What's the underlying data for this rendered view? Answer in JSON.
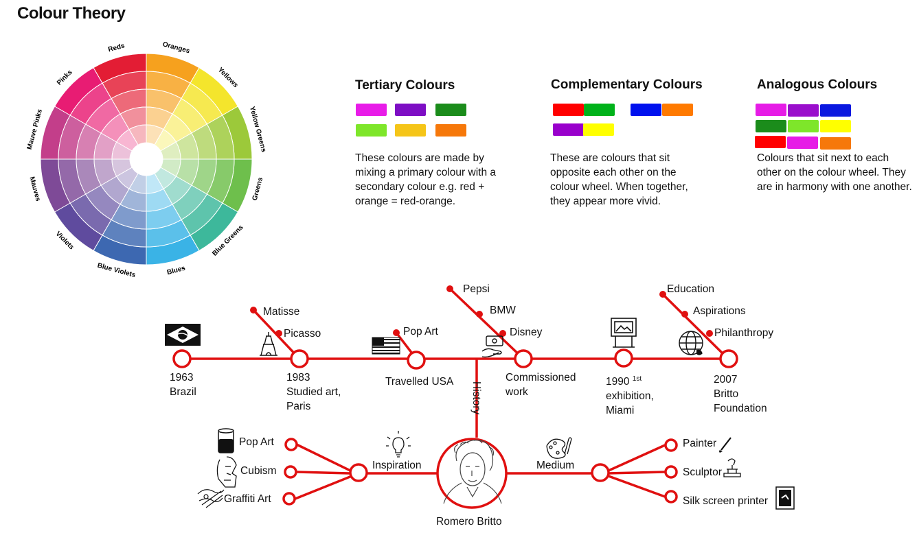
{
  "title": "Colour Theory",
  "color_wheel": {
    "segments": [
      "Reds",
      "Oranges",
      "Yellows",
      "Yellow Greens",
      "Greens",
      "Blue Greens",
      "Blues",
      "Blue Violets",
      "Violets",
      "Mauves",
      "Mauve Pinks",
      "Pinks"
    ],
    "colors": [
      "#e31d34",
      "#f6a11e",
      "#f4e52c",
      "#9cc93a",
      "#6ebf4c",
      "#3db89b",
      "#3ab3e6",
      "#3d68b1",
      "#5f4b9e",
      "#7e4a97",
      "#c33e8a",
      "#e81c73"
    ]
  },
  "panels": {
    "tertiary": {
      "heading": "Tertiary Colours",
      "text": "These colours are made by mixing a primary colour with a secondary colour e.g. red + orange = red-orange.",
      "swatches": [
        "#e81ce8",
        "#7d0ec4",
        "#1b8c1b",
        "#7ee62a",
        "#f5c518",
        "#f6780a"
      ]
    },
    "complementary": {
      "heading": "Complementary Colours",
      "text": "These are colours that sit opposite each other on the colour wheel. When together, they appear more vivid.",
      "swatches": [
        "#ff0000",
        "#00b21a",
        "#0011ee",
        "#ff7a00",
        "#9900cc",
        "#ffff00"
      ]
    },
    "analogous": {
      "heading": "Analogous Colours",
      "text": "Colours that sit next to each other on the colour wheel. They are in harmony with one another.",
      "swatches": [
        "#e61ce6",
        "#9a0ecc",
        "#0a18e0",
        "#1b8c1b",
        "#7ee62a",
        "#ffff00",
        "#ff0000",
        "#e61ce6",
        "#f6780a"
      ]
    }
  },
  "timeline": {
    "line_color": "#e01010",
    "events": [
      {
        "year": "1963",
        "text": "Brazil"
      },
      {
        "year": "1983",
        "text": "Studied art, Paris",
        "influences": [
          "Matisse",
          "Picasso"
        ]
      },
      {
        "year": "",
        "text": "Travelled USA",
        "influences": [
          "Pop Art"
        ]
      },
      {
        "year": "",
        "text": "Commissioned work",
        "influences": [
          "Pepsi",
          "BMW",
          "Disney"
        ]
      },
      {
        "year": "1990",
        "ordinal": "1st",
        "text": "exhibition, Miami"
      },
      {
        "year": "2007",
        "text": "Britto Foundation",
        "influences": [
          "Education",
          "Aspirations",
          "Philanthropy"
        ]
      }
    ],
    "history_label": "History"
  },
  "artist": {
    "name": "Romero Britto",
    "inspiration": {
      "label": "Inspiration",
      "items": [
        "Pop Art",
        "Cubism",
        "Graffiti Art"
      ]
    },
    "medium": {
      "label": "Medium",
      "items": [
        "Painter",
        "Sculptor",
        "Silk screen printer"
      ]
    }
  }
}
